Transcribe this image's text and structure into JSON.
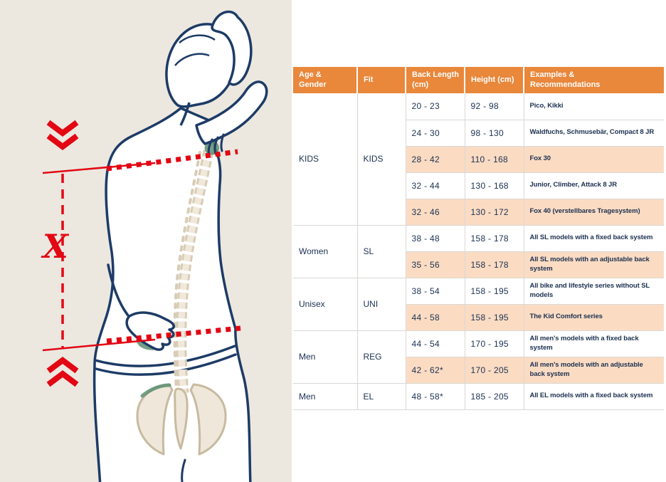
{
  "colors": {
    "header_orange": "#e9873b",
    "highlight_peach": "#fbdcc3",
    "text_navy": "#1c3050",
    "accent_red": "#e30613",
    "panel_beige": "#ece8e0",
    "spine_tan": "#d8ccb6",
    "accent_green": "#5d8f72"
  },
  "illustration": {
    "x_label": "X",
    "meaning": "back length measurement between neck line and hip line"
  },
  "table": {
    "header": {
      "columns": [
        "Age & Gender",
        "Fit",
        "Back Length (cm)",
        "Height (cm)",
        "Examples & Recommendations"
      ]
    },
    "groups": [
      {
        "age": "KIDS",
        "fit": "KIDS",
        "rows": [
          {
            "back": "20 - 23",
            "height": "92 - 98",
            "examples": "Pico, Kikki",
            "highlight": false
          },
          {
            "back": "24 - 30",
            "height": "98 - 130",
            "examples": "Waldfuchs, Schmusebär, Compact 8 JR",
            "highlight": false
          },
          {
            "back": "28 - 42",
            "height": "110 - 168",
            "examples": "Fox 30",
            "highlight": true
          },
          {
            "back": "32 - 44",
            "height": "130 - 168",
            "examples": "Junior, Climber, Attack 8 JR",
            "highlight": false
          },
          {
            "back": "32 - 46",
            "height": "130 - 172",
            "examples": "Fox 40 (verstellbares Tragesystem)",
            "highlight": true
          }
        ]
      },
      {
        "age": "Women",
        "fit": "SL",
        "rows": [
          {
            "back": "38 - 48",
            "height": "158 - 178",
            "examples": "All SL models with a fixed back system",
            "highlight": false
          },
          {
            "back": "35 - 56",
            "height": "158 - 178",
            "examples": "All SL models with an adjustable back system",
            "highlight": true
          }
        ]
      },
      {
        "age": "Unisex",
        "fit": "UNI",
        "rows": [
          {
            "back": "38 - 54",
            "height": "158 - 195",
            "examples": "All bike and lifestyle series without SL models",
            "highlight": false
          },
          {
            "back": "44 - 58",
            "height": "158 - 195",
            "examples": "The Kid Comfort series",
            "highlight": true
          }
        ]
      },
      {
        "age": "Men",
        "fit": "REG",
        "rows": [
          {
            "back": "44 - 54",
            "height": "170 - 195",
            "examples": "All men's models with a fixed back system",
            "highlight": false
          },
          {
            "back": "42 - 62*",
            "height": "170 - 205",
            "examples": "All men's models with an adjustable back system",
            "highlight": true
          }
        ]
      },
      {
        "age": "Men",
        "fit": "EL",
        "rows": [
          {
            "back": "48 - 58*",
            "height": "185 - 205",
            "examples": "All EL models with a fixed back system",
            "highlight": false
          }
        ]
      }
    ]
  },
  "chart_data": {
    "type": "table",
    "columns": [
      "Age & Gender",
      "Fit",
      "Back Length (cm)",
      "Height (cm)",
      "Examples & Recommendations"
    ],
    "rows": [
      [
        "KIDS",
        "KIDS",
        "20 - 23",
        "92 - 98",
        "Pico, Kikki"
      ],
      [
        "",
        "",
        "24 - 30",
        "98 - 130",
        "Waldfuchs, Schmusebär, Compact 8 JR"
      ],
      [
        "",
        "",
        "28 - 42",
        "110 - 168",
        "Fox 30"
      ],
      [
        "",
        "",
        "32 - 44",
        "130 - 168",
        "Junior, Climber, Attack 8 JR"
      ],
      [
        "",
        "",
        "32 - 46",
        "130 - 172",
        "Fox 40 (verstellbares Tragesystem)"
      ],
      [
        "Women",
        "SL",
        "38 - 48",
        "158 - 178",
        "All SL models with a fixed back system"
      ],
      [
        "",
        "",
        "35 - 56",
        "158 - 178",
        "All SL models with an adjustable back system"
      ],
      [
        "Unisex",
        "UNI",
        "38 - 54",
        "158 - 195",
        "All bike and lifestyle series without SL models"
      ],
      [
        "",
        "",
        "44 - 58",
        "158 - 195",
        "The Kid Comfort series"
      ],
      [
        "Men",
        "REG",
        "44 - 54",
        "170 - 195",
        "All men's models with a fixed back system"
      ],
      [
        "",
        "",
        "42 - 62*",
        "170 - 205",
        "All men's models with an adjustable back system"
      ],
      [
        "Men",
        "EL",
        "48 - 58*",
        "185 - 205",
        "All EL models with a fixed back system"
      ]
    ],
    "highlighted_row_indices": [
      2,
      4,
      6,
      8,
      10
    ]
  }
}
